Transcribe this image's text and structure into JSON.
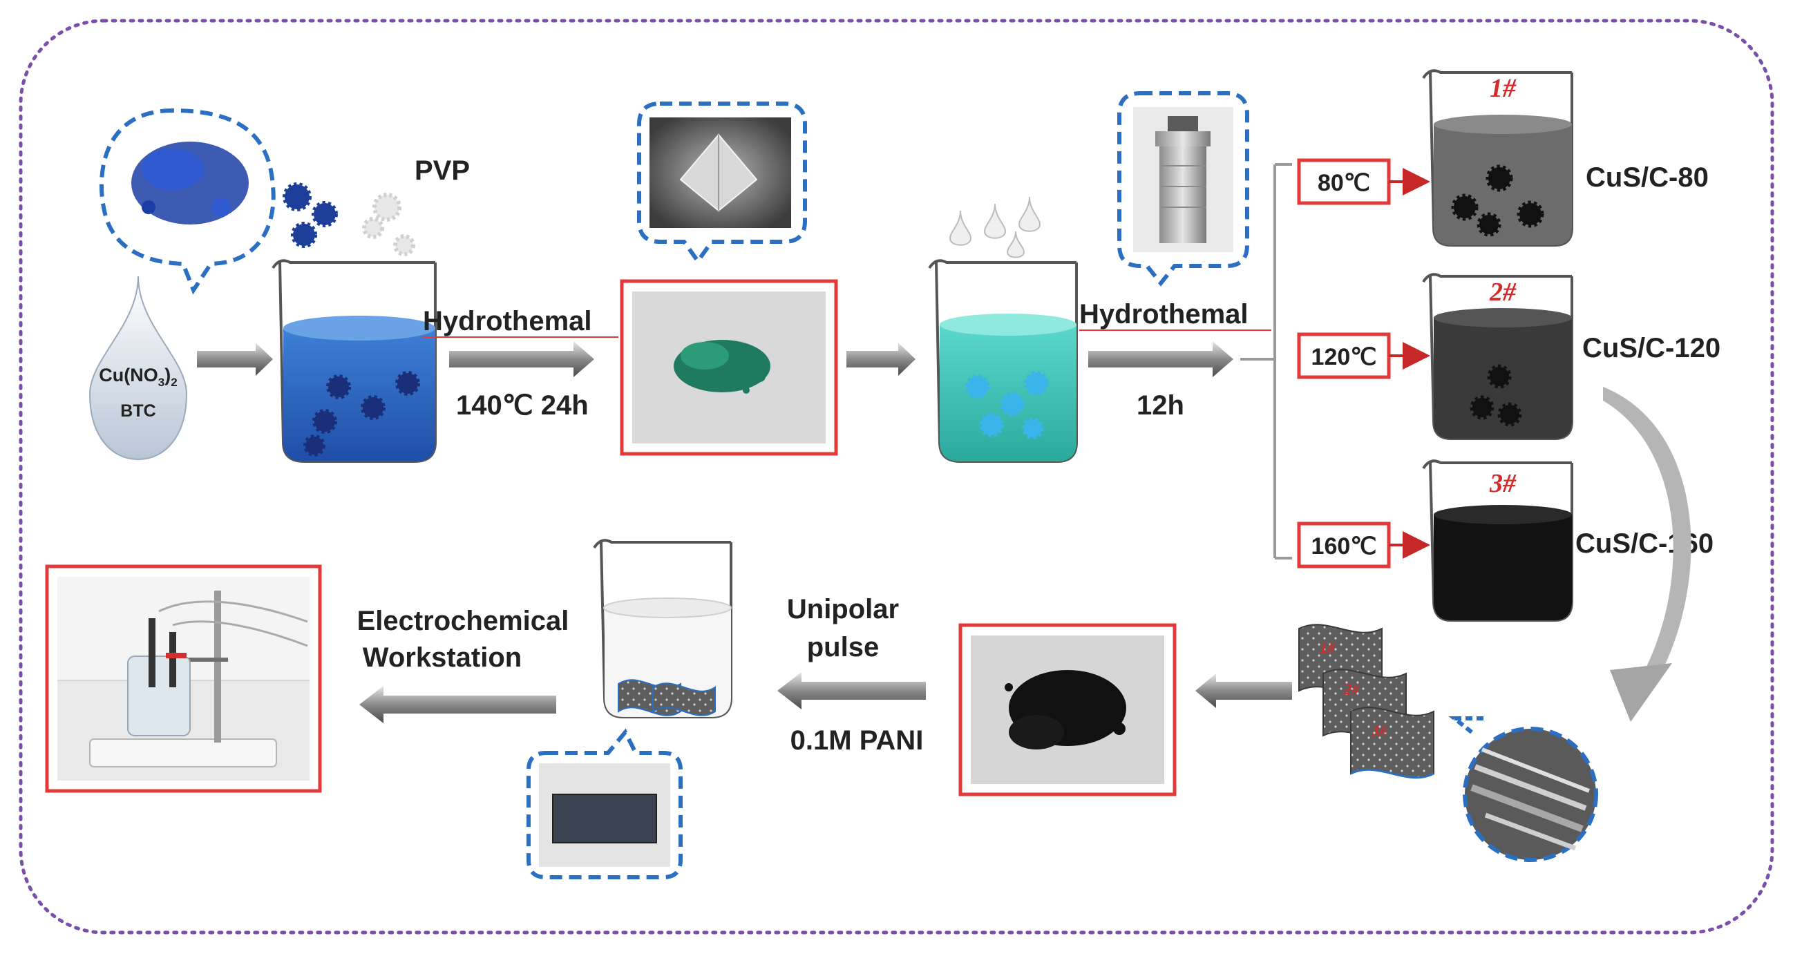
{
  "reactants": {
    "line1": "Cu(NO",
    "sub": "3",
    "line1_end": ")",
    "sub2": "2",
    "line2": "BTC"
  },
  "pvp_label": "PVP",
  "step1": {
    "method": "Hydrothemal",
    "condition": "140℃ 24h"
  },
  "step2": {
    "method": "Hydrothemal",
    "condition": "12h"
  },
  "temperatures": [
    {
      "temp": "80℃",
      "sample": "1#",
      "product": "CuS/C-80"
    },
    {
      "temp": "120℃",
      "sample": "2#",
      "product": "CuS/C-120"
    },
    {
      "temp": "160℃",
      "sample": "3#",
      "product": "CuS/C-160"
    }
  ],
  "film_labels": [
    "1#",
    "2#",
    "3#"
  ],
  "deposition": {
    "line1": "Unipolar",
    "line2": "pulse",
    "line3": "0.1M PANI"
  },
  "workstation": {
    "line1": "Electrochemical",
    "line2": "Workstation"
  },
  "colors": {
    "border": "#7a4fa8",
    "highlight": "#e03a3a",
    "bubble": "#2a6fc2"
  }
}
